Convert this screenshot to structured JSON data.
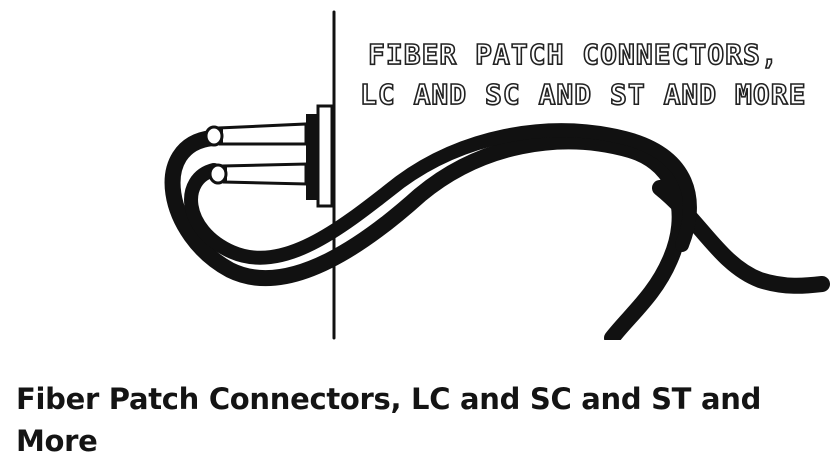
{
  "article": {
    "illustration": {
      "caption_line1": "FIBER PATCH CONNECTORS,",
      "caption_line2": "LC AND SC AND ST AND MORE"
    },
    "title": "Fiber Patch Connectors, LC and SC and ST and More"
  }
}
